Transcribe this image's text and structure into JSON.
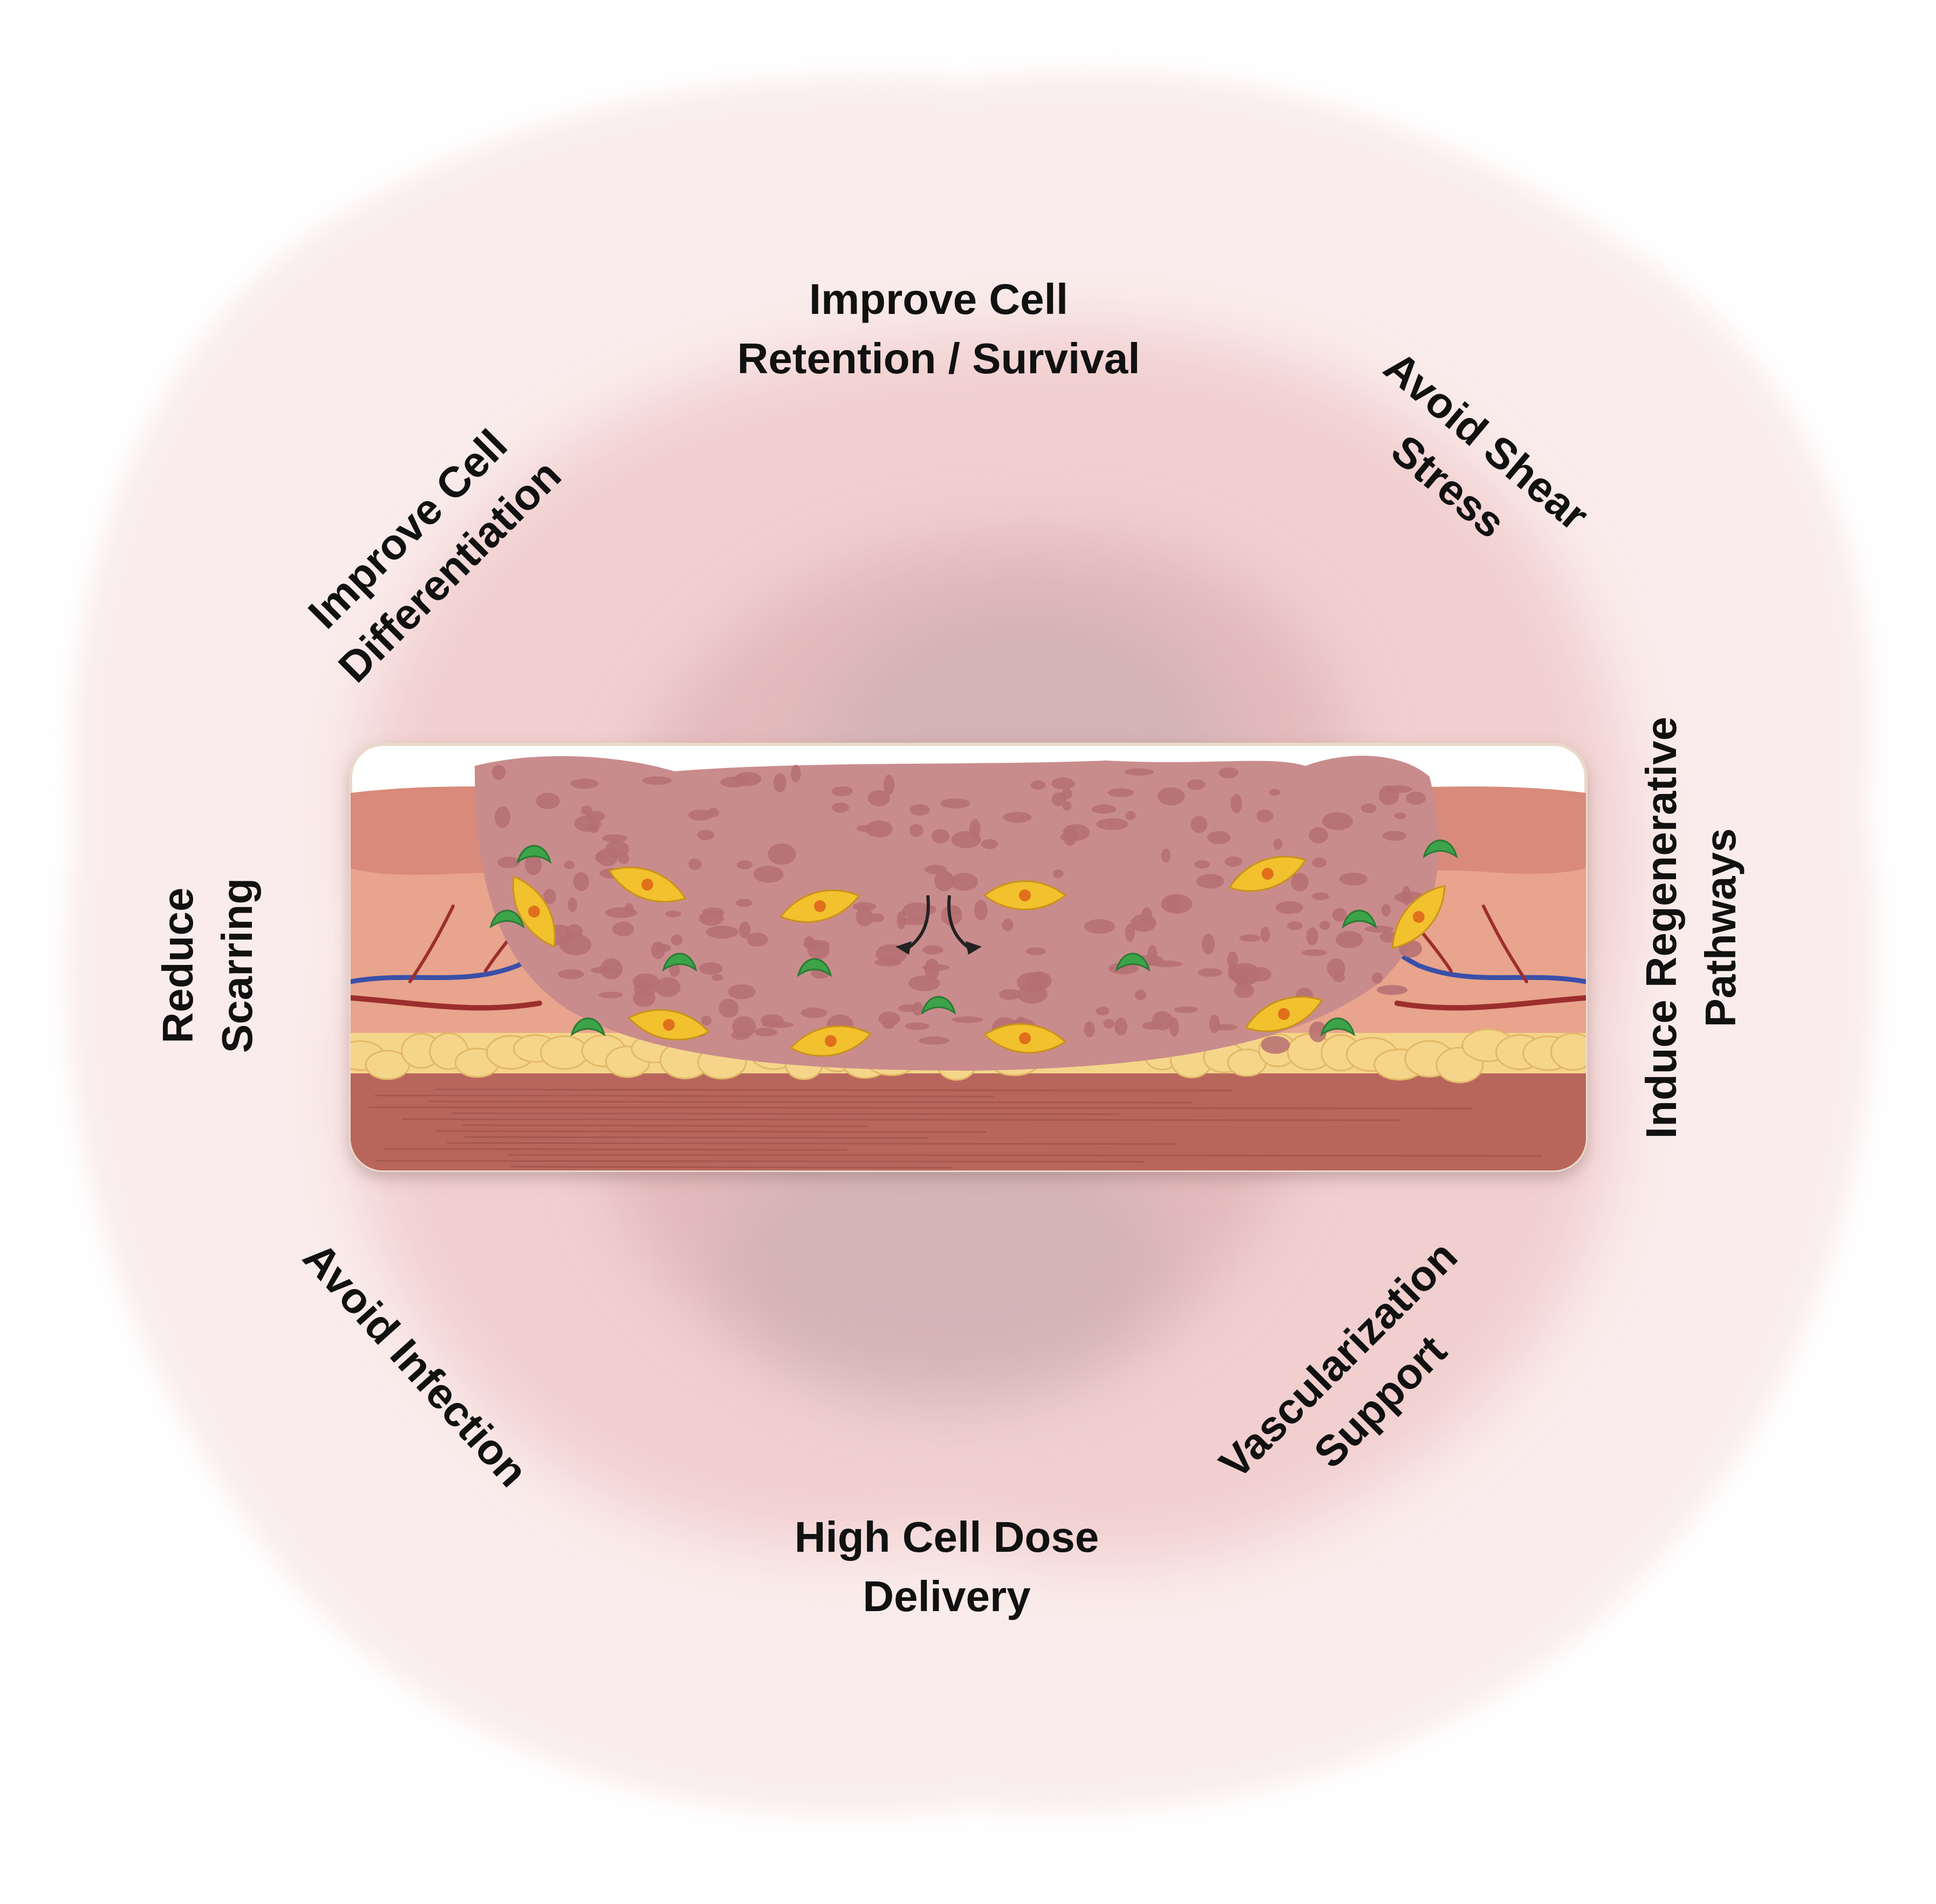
{
  "figure": {
    "labels": {
      "top": [
        "Improve Cell",
        "Retention / Survival"
      ],
      "top_right": [
        "Avoid Shear",
        "Stress"
      ],
      "right": [
        "Induce Regenerative",
        "Pathways"
      ],
      "bottom_right": [
        "Vascularization",
        "Support"
      ],
      "bottom": [
        "High Cell Dose",
        "Delivery"
      ],
      "bottom_left": [
        "Avoid Infection"
      ],
      "left": [
        "Reduce",
        "Scarring"
      ],
      "top_left": [
        "Improve Cell",
        "Differentiation"
      ]
    },
    "colors": {
      "background": "#ffffff",
      "halo_outer": "#f6dede",
      "halo_mid": "#eec3c3",
      "halo_inner": "#d9a9ac",
      "scaffold": "#c98c8c",
      "scaffold_pore": "#b56f72",
      "dermis": "#e8a48c",
      "epidermis": "#d98a7a",
      "fat": "#f5d58a",
      "muscle": "#b8665c",
      "vessel_red": "#9c2f2f",
      "vessel_blue": "#3a4fa8",
      "cell_yellow": "#f2c12e",
      "cell_green": "#3ea34a",
      "text": "#111111"
    }
  }
}
